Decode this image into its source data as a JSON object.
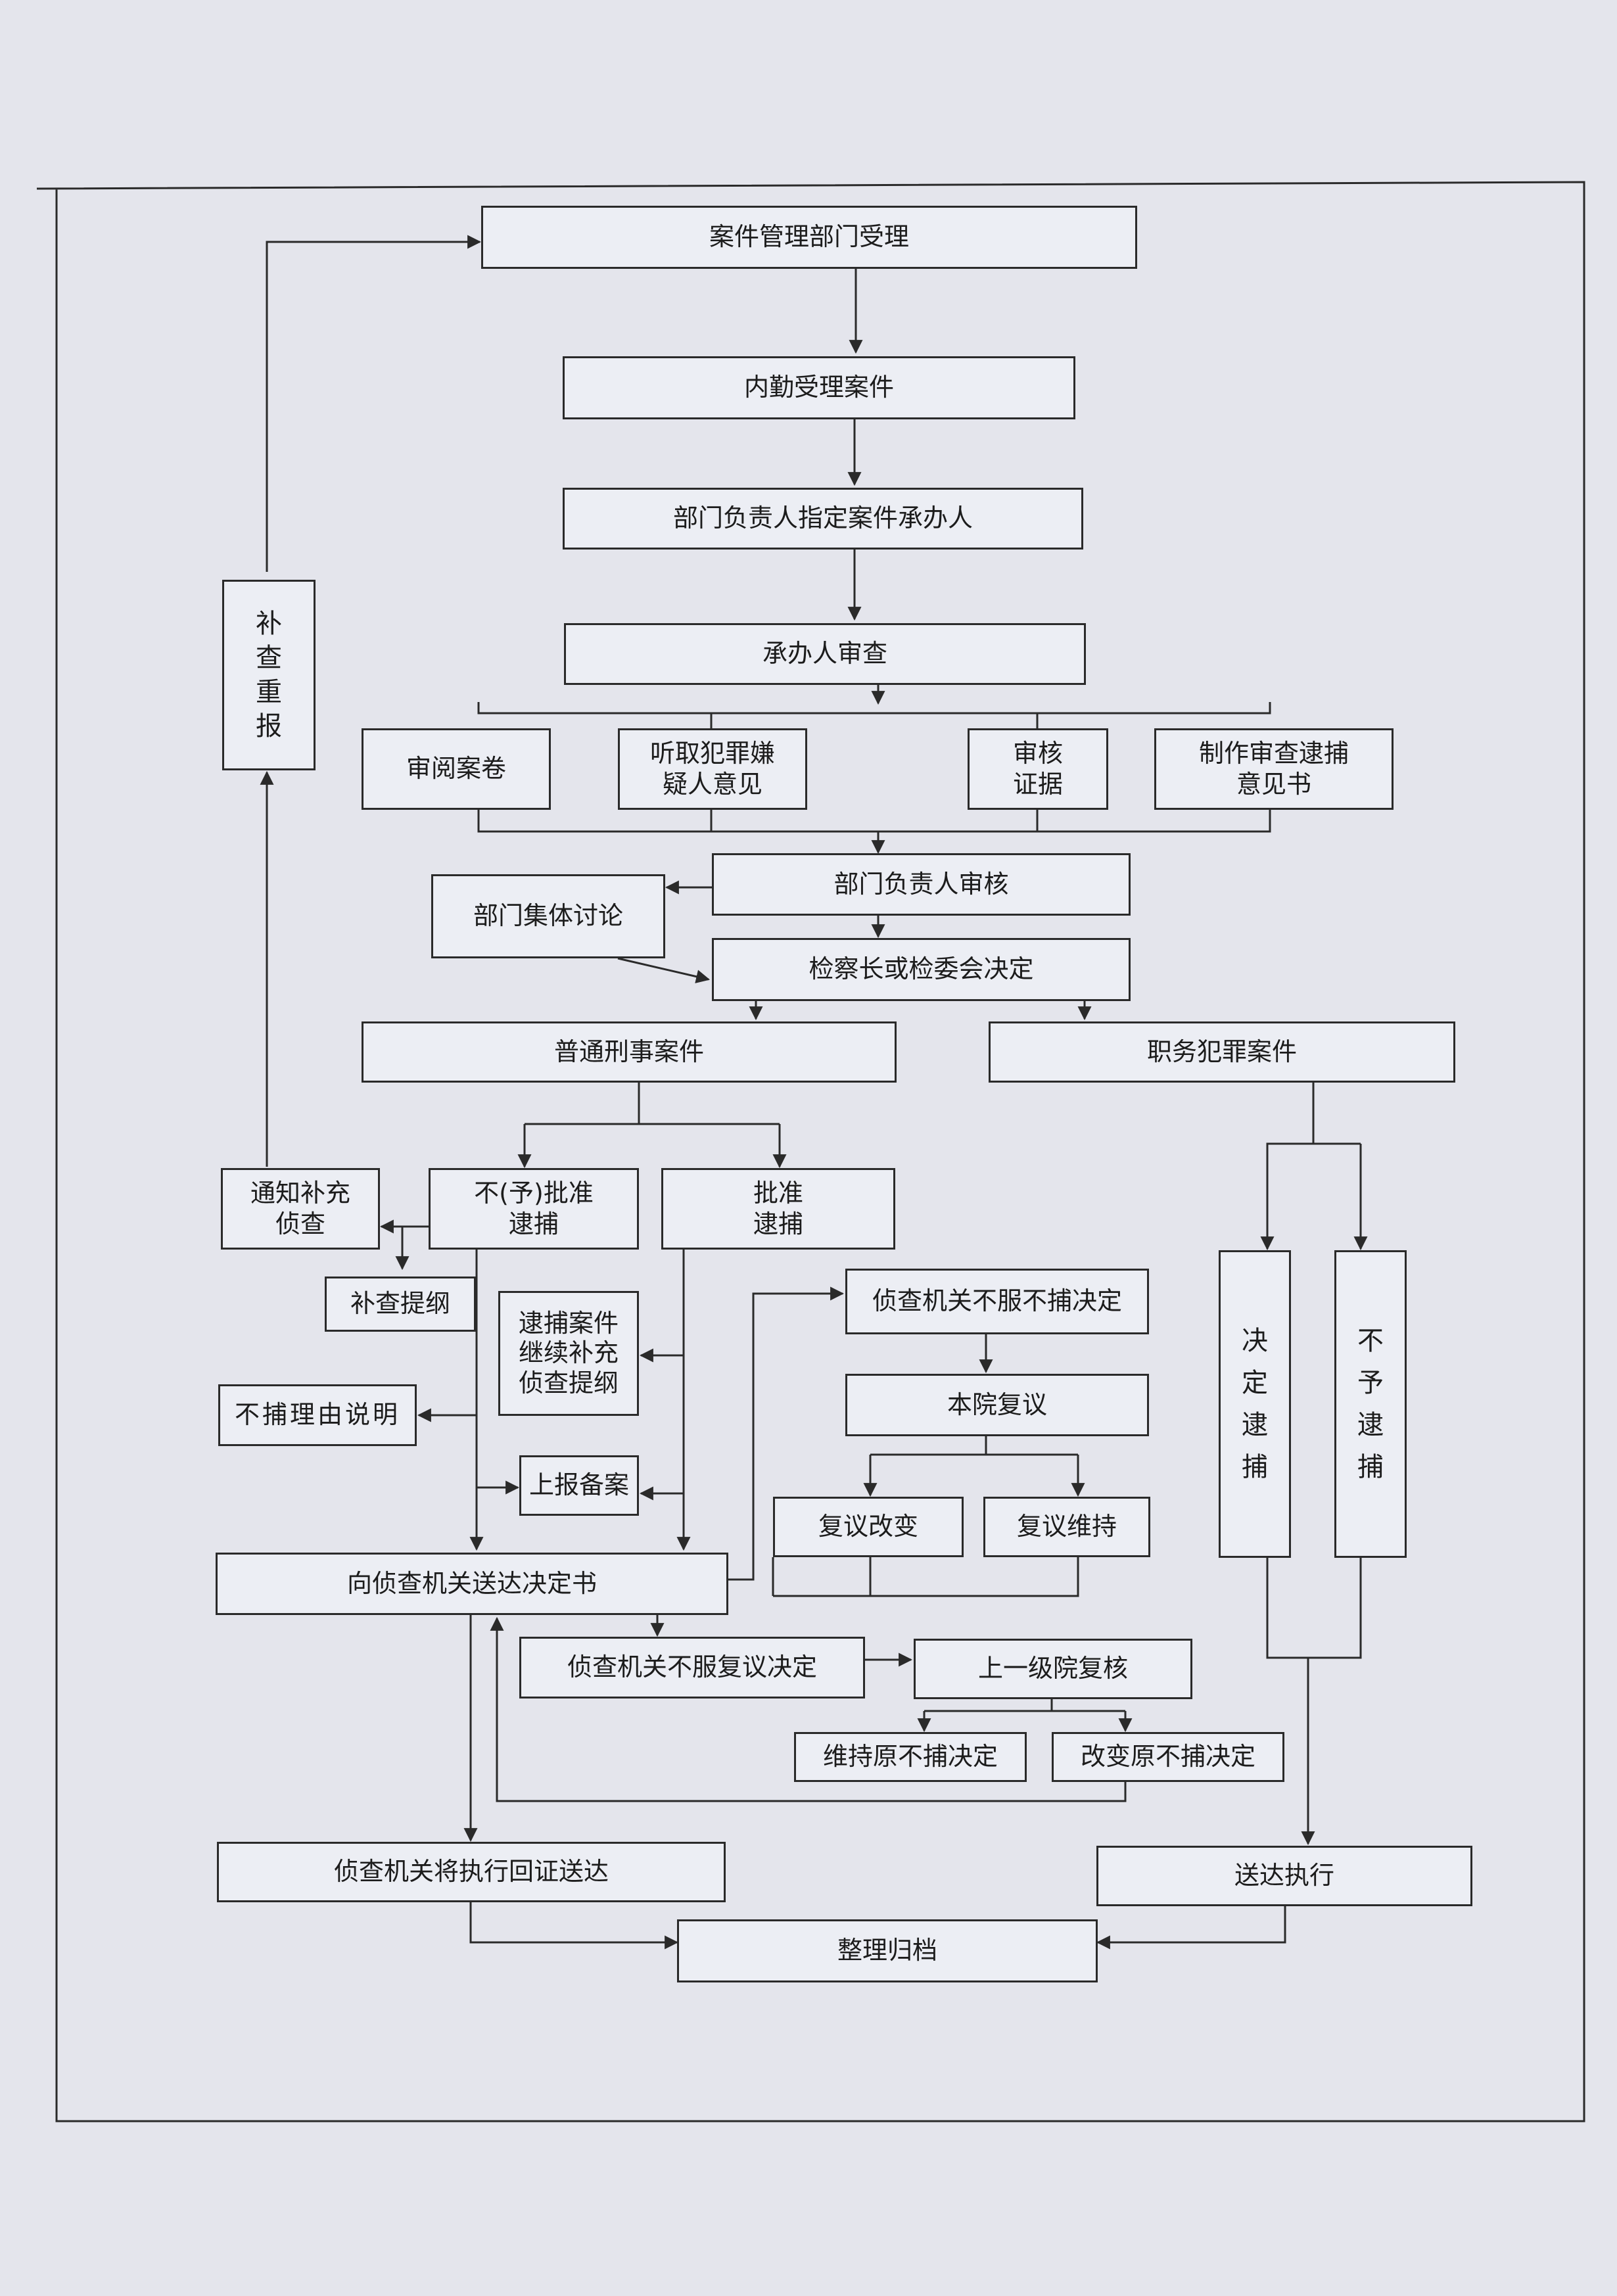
{
  "diagram": {
    "nodes": {
      "n1": "案件管理部门受理",
      "n2": "内勤受理案件",
      "n3": "部门负责人指定案件承办人",
      "n4": "承办人审查",
      "n5a": "审阅案卷",
      "n5b": "听取犯罪嫌\n疑人意见",
      "n5c": "审核\n证据",
      "n5d": "制作审查逮捕\n意见书",
      "n6": "部门负责人审核",
      "n6s": "部门集体讨论",
      "n7": "检察长或检委会决定",
      "n8a": "普通刑事案件",
      "n8b": "职务犯罪案件",
      "n9a": "不(予)批准\n逮捕",
      "n9b": "批准\n逮捕",
      "n9c": "通知补充\n侦查",
      "n10": "补查重报",
      "n11": "补查提纲",
      "n12": "逮捕案件\n继续补充\n侦查提纲",
      "n13": "不捕理由说明",
      "n14": "上报备案",
      "n15": "侦查机关不服不捕决定",
      "n16": "本院复议",
      "n17a": "复议改变",
      "n17b": "复议维持",
      "n18": "向侦查机关送达决定书",
      "n19": "侦查机关不服复议决定",
      "n20": "上一级院复核",
      "n21a": "维持原不捕决定",
      "n21b": "改变原不捕决定",
      "n22a": "决定逮捕",
      "n22b": "不予逮捕",
      "n23": "侦查机关将执行回证送达",
      "n24": "送达执行",
      "n25": "整理归档"
    }
  }
}
